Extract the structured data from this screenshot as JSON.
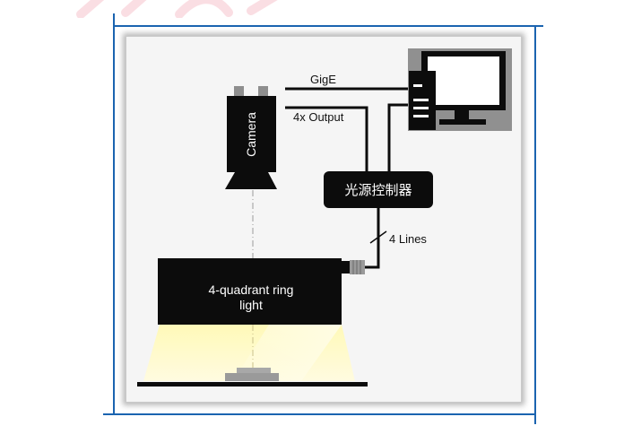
{
  "diagram": {
    "camera_label": "Camera",
    "gige_label": "GigE",
    "output_label": "4x Output",
    "controller_label": "光源控制器",
    "lines_label": "4 Lines",
    "ring_light_line1": "4-quadrant ring",
    "ring_light_line2": "light"
  },
  "colors": {
    "frame_blue": "#1b64b0",
    "device_black": "#0c0c0c",
    "light_yellow": "#fdf6a8",
    "pc_gray": "#8c8c8c"
  }
}
